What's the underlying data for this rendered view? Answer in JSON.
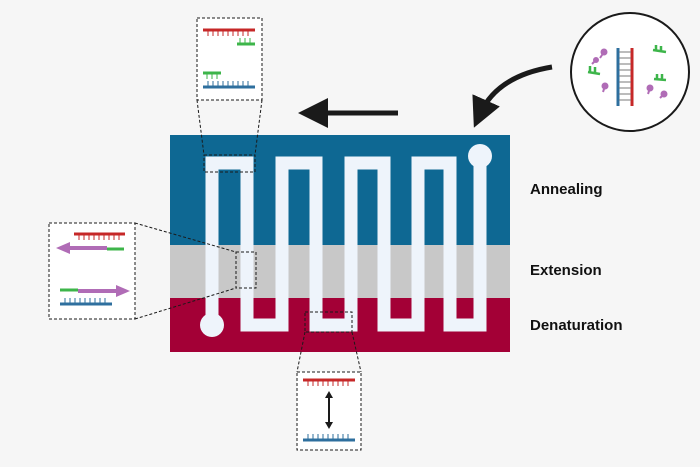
{
  "figure": {
    "title": "Continuous-flow PCR microfluidic chip",
    "zones": [
      {
        "label": "Annealing",
        "color": "#0e6893"
      },
      {
        "label": "Extension",
        "color": "#c8c8c8"
      },
      {
        "label": "Denaturation",
        "color": "#a30036"
      }
    ],
    "channel_color": "#eef4fb",
    "strand_colors": {
      "template_top": "#c62828",
      "template_bottom": "#2e6f9e",
      "primer": "#3db54a",
      "polymerase": "#b06cb6"
    },
    "flow_arrow_color": "#1a1a1a"
  }
}
